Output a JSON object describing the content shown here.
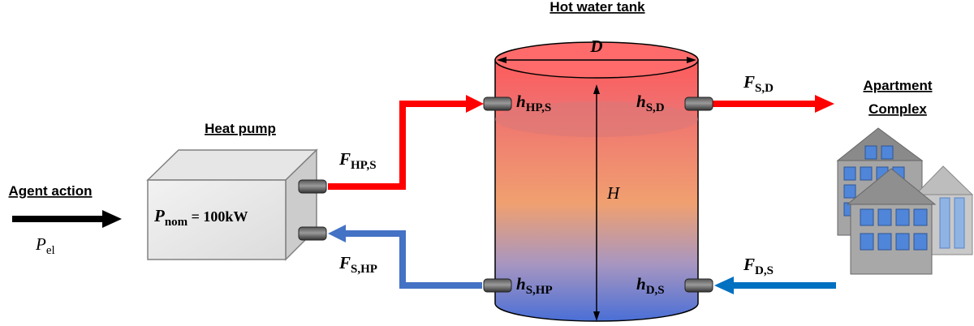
{
  "titles": {
    "hot_water_tank": "Hot water tank",
    "heat_pump": "Heat pump",
    "agent_action": "Agent action",
    "apartment_line1": "Apartment",
    "apartment_line2": "Complex"
  },
  "symbols": {
    "agent_power": {
      "main": "P",
      "sub": "el"
    },
    "nominal_power": {
      "main": "P",
      "sub": "nom",
      "rest": " = 100kW"
    },
    "tank_diameter": "D",
    "tank_height": "H",
    "flow_hp_to_storage": {
      "main": "F",
      "sub": "HP,S"
    },
    "flow_storage_to_hp": {
      "main": "F",
      "sub": "S,HP"
    },
    "flow_storage_to_demand": {
      "main": "F",
      "sub": "S,D"
    },
    "flow_demand_to_storage": {
      "main": "F",
      "sub": "D,S"
    },
    "height_hp_to_storage": {
      "main": "h",
      "sub": "HP,S"
    },
    "height_storage_to_hp": {
      "main": "h",
      "sub": "S,HP"
    },
    "height_storage_to_demand": {
      "main": "h",
      "sub": "S,D"
    },
    "height_demand_to_storage": {
      "main": "h",
      "sub": "D,S"
    }
  },
  "colors": {
    "hot_pipe": "#ff0000",
    "cold_pipe_return": "#4472c4",
    "cold_pipe_demand": "#0070c0",
    "tank_top": "#ff5a5a",
    "tank_bottom": "#4a6fd6",
    "building_fill": "#9e9e9e",
    "window_fill": "#4f86d9"
  },
  "icons": {
    "heat_pump": "heat-pump-box-icon",
    "buildings": "apartment-buildings-icon",
    "connector": "pipe-connector-icon"
  }
}
